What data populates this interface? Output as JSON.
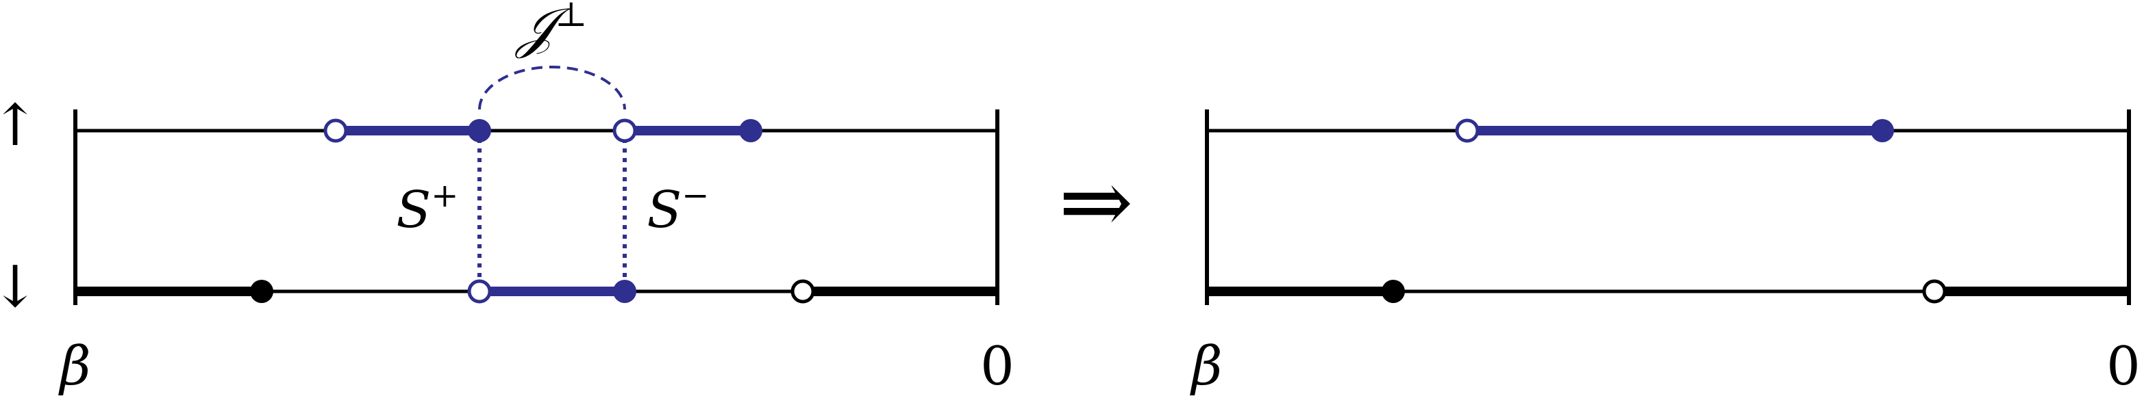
{
  "colors": {
    "ink": "#000000",
    "accent": "#2f2f8f",
    "background": "#ffffff"
  },
  "labels": {
    "spin_up": "↑",
    "spin_down": "↓",
    "beta": "β",
    "zero": "0",
    "implies": "⇒",
    "j_perp_main": "𝒥",
    "j_perp_sup": "⊥",
    "s_main": "S",
    "s_plus_sup": "+",
    "s_minus_sup": "−"
  }
}
